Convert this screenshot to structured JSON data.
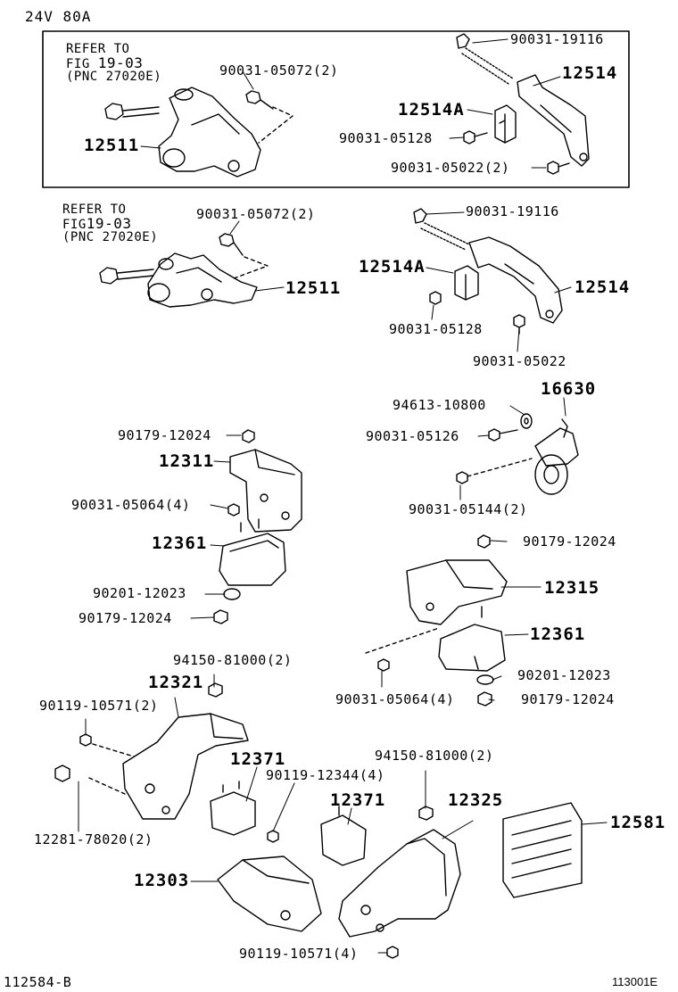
{
  "header": {
    "variant": "24V  80A"
  },
  "refs": {
    "box": {
      "line1": "REFER TO",
      "line2a": "FIG ",
      "line2b": "19-03",
      "line3": "(PNC 27020E)"
    },
    "lower": {
      "line1": "REFER TO",
      "line2a": "FIG",
      "line2b": "19-03",
      "line3": "(PNC 27020E)"
    }
  },
  "parts": {
    "box_90031_05072": "90031-05072(2)",
    "box_12511": "12511",
    "box_90031_19116": "90031-19116",
    "box_12514": "12514",
    "box_12514A": "12514A",
    "box_90031_05128": "90031-05128",
    "box_90031_05022": "90031-05022(2)",
    "l_90031_05072": "90031-05072(2)",
    "l_12511": "12511",
    "l_90031_19116": "90031-19116",
    "l_12514A": "12514A",
    "l_12514": "12514",
    "l_90031_05128": "90031-05128",
    "l_90031_05022": "90031-05022",
    "p_94613_10800": "94613-10800",
    "p_16630": "16630",
    "p_90031_05126": "90031-05126",
    "p_90031_05144": "90031-05144(2)",
    "p_90179_12024_a": "90179-12024",
    "p_12311": "12311",
    "p_90031_05064_a": "90031-05064(4)",
    "p_12361_a": "12361",
    "p_90201_12023_a": "90201-12023",
    "p_90179_12024_b": "90179-12024",
    "p_90179_12024_c": "90179-12024",
    "p_12315": "12315",
    "p_12361_b": "12361",
    "p_90201_12023_b": "90201-12023",
    "p_90031_05064_b": "90031-05064(4)",
    "p_90179_12024_d": "90179-12024",
    "p_94150_81000_a": "94150-81000(2)",
    "p_12321": "12321",
    "p_90119_10571_a": "90119-10571(2)",
    "p_12371_a": "12371",
    "p_90119_12344": "90119-12344(4)",
    "p_94150_81000_b": "94150-81000(2)",
    "p_12371_b": "12371",
    "p_12325": "12325",
    "p_12581": "12581",
    "p_12281_78020": "12281-78020(2)",
    "p_12303": "12303",
    "p_90119_10571_b": "90119-10571(4)"
  },
  "footer": {
    "left": "112584-B",
    "right": "113001E"
  }
}
